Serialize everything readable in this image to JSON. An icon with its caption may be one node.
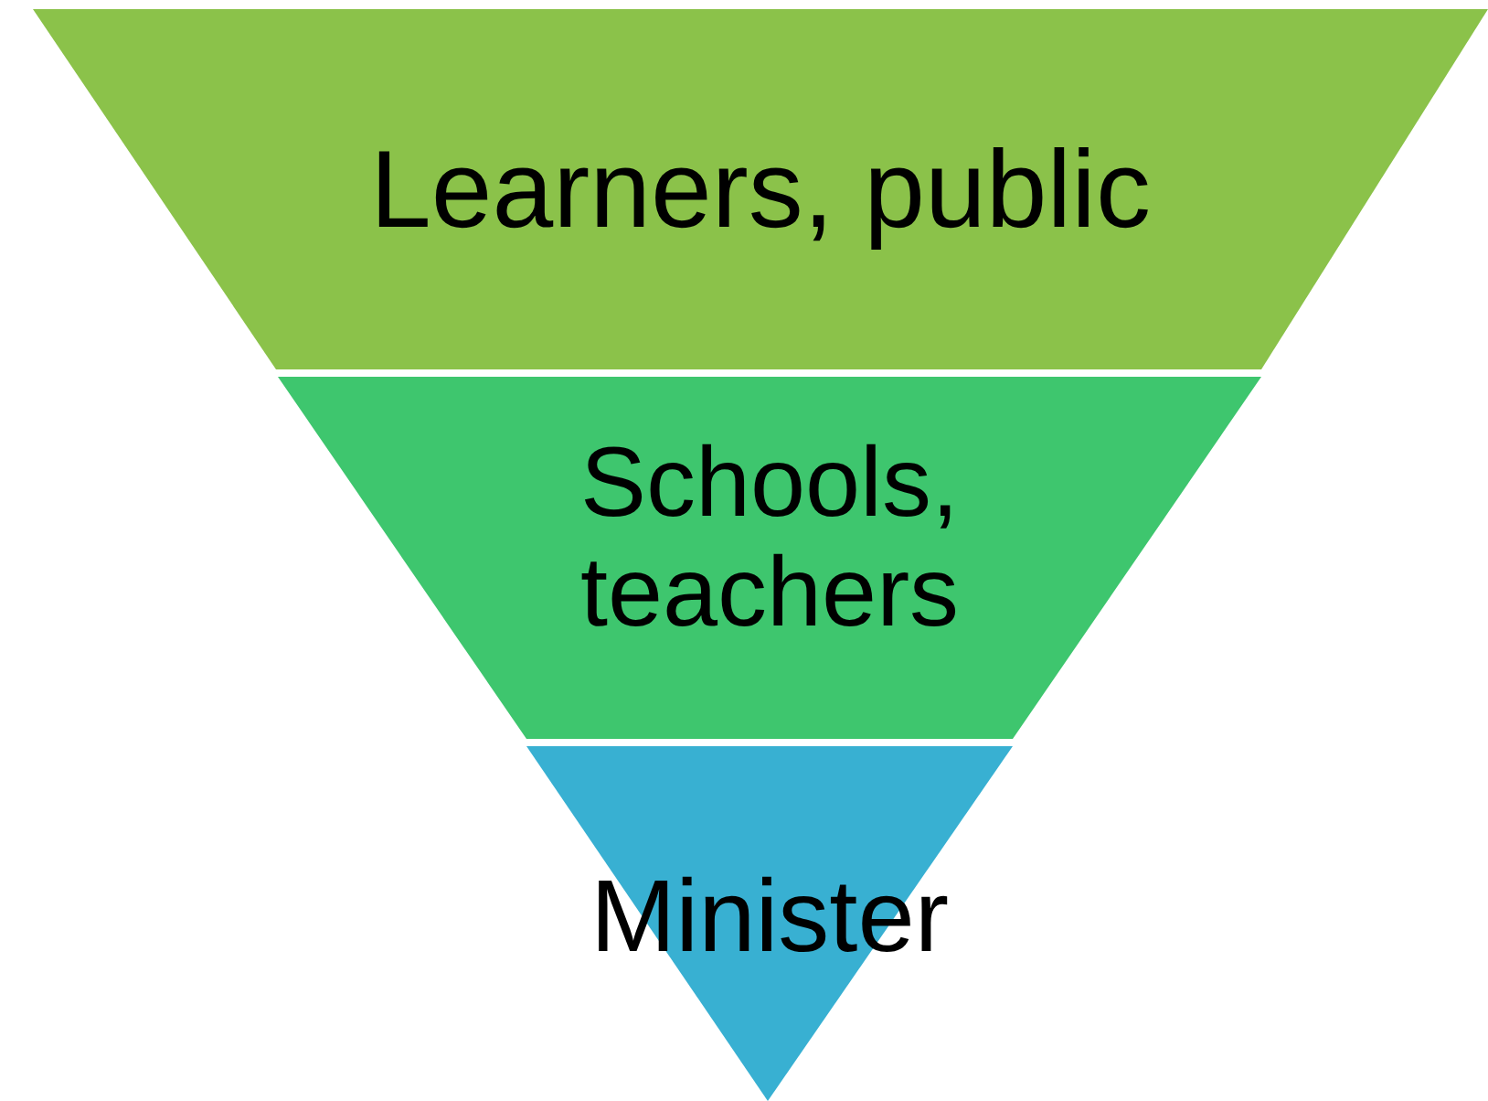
{
  "diagram": {
    "nodes": [
      {
        "text": [
          "Learners, public"
        ]
      },
      {
        "text": [
          "Schools, teachers"
        ]
      },
      {
        "text": [
          "Minister"
        ]
      }
    ]
  }
}
